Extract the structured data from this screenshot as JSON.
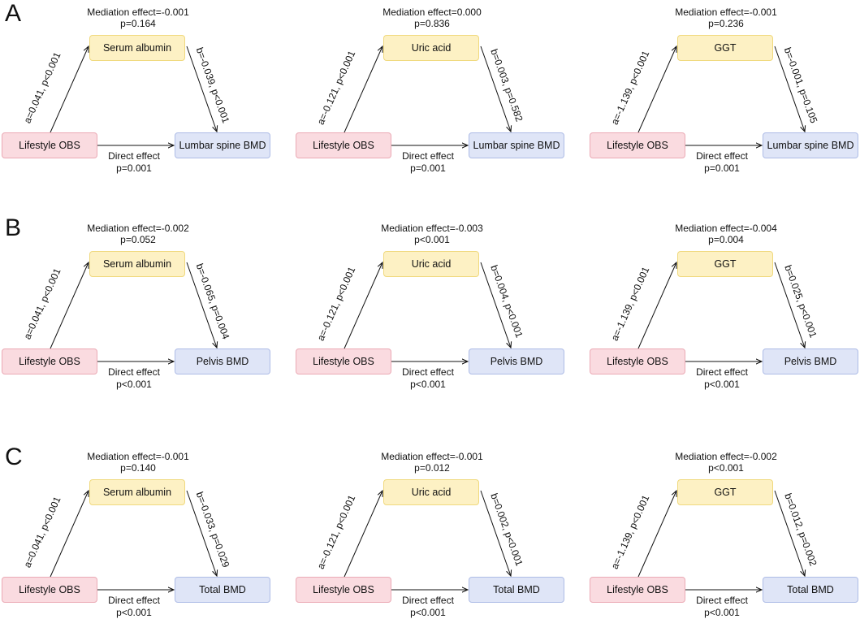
{
  "rows": [
    {
      "letter": "A",
      "cells": [
        {
          "mediator": "Serum albumin",
          "exposure": "Lifestyle OBS",
          "outcome": "Lumbar spine BMD",
          "med_title": "Mediation effect=-0.001",
          "med_p": "p=0.164",
          "path_a": "a=0.041, p<0.001",
          "path_b": "b=-0.039, p<0.001",
          "direct_title": "Direct effect",
          "direct_p": "p=0.001"
        },
        {
          "mediator": "Uric acid",
          "exposure": "Lifestyle OBS",
          "outcome": "Lumbar spine BMD",
          "med_title": "Mediation effect=0.000",
          "med_p": "p=0.836",
          "path_a": "a=-0.121, p<0.001",
          "path_b": "b=0.003, p=0.582",
          "direct_title": "Direct effect",
          "direct_p": "p=0.001"
        },
        {
          "mediator": "GGT",
          "exposure": "Lifestyle OBS",
          "outcome": "Lumbar spine BMD",
          "med_title": "Mediation effect=-0.001",
          "med_p": "p=0.236",
          "path_a": "a=-1.139, p<0.001",
          "path_b": "b=-0.001, p=0.105",
          "direct_title": "Direct effect",
          "direct_p": "p=0.001"
        }
      ]
    },
    {
      "letter": "B",
      "cells": [
        {
          "mediator": "Serum albumin",
          "exposure": "Lifestyle OBS",
          "outcome": "Pelvis BMD",
          "med_title": "Mediation effect=-0.002",
          "med_p": "p=0.052",
          "path_a": "a=0.041, p<0.001",
          "path_b": "b=-0.065, p=0.004",
          "direct_title": "Direct effect",
          "direct_p": "p<0.001"
        },
        {
          "mediator": "Uric acid",
          "exposure": "Lifestyle OBS",
          "outcome": "Pelvis BMD",
          "med_title": "Mediation effect=-0.003",
          "med_p": "p<0.001",
          "path_a": "a=-0.121, p<0.001",
          "path_b": "b=0.004, p<0.001",
          "direct_title": "Direct effect",
          "direct_p": "p<0.001"
        },
        {
          "mediator": "GGT",
          "exposure": "Lifestyle OBS",
          "outcome": "Pelvis BMD",
          "med_title": "Mediation effect=-0.004",
          "med_p": "p=0.004",
          "path_a": "a=-1.139, p<0.001",
          "path_b": "b=0.025, p<0.001",
          "direct_title": "Direct effect",
          "direct_p": "p<0.001"
        }
      ]
    },
    {
      "letter": "C",
      "cells": [
        {
          "mediator": "Serum albumin",
          "exposure": "Lifestyle OBS",
          "outcome": "Total BMD",
          "med_title": "Mediation effect=-0.001",
          "med_p": "p=0.140",
          "path_a": "a=0.041, p<0.001",
          "path_b": "b=-0.033, p=0.029",
          "direct_title": "Direct effect",
          "direct_p": "p<0.001"
        },
        {
          "mediator": "Uric acid",
          "exposure": "Lifestyle OBS",
          "outcome": "Total BMD",
          "med_title": "Mediation effect=-0.001",
          "med_p": "p=0.012",
          "path_a": "a=-0.121, p<0.001",
          "path_b": "b=0.002, p<0.001",
          "direct_title": "Direct effect",
          "direct_p": "p<0.001"
        },
        {
          "mediator": "GGT",
          "exposure": "Lifestyle OBS",
          "outcome": "Total BMD",
          "med_title": "Mediation effect=-0.002",
          "med_p": "p<0.001",
          "path_a": "a=-1.139, p<0.001",
          "path_b": "b=0.012, p=0.002",
          "direct_title": "Direct effect",
          "direct_p": "p<0.001"
        }
      ]
    }
  ],
  "colors": {
    "mediator_fill": "#fdf1c4",
    "mediator_border": "#f0d97e",
    "exposure_fill": "#fadbe0",
    "exposure_border": "#ebaab5",
    "outcome_fill": "#dfe5f7",
    "outcome_border": "#aebce6",
    "arrow": "#111111"
  }
}
